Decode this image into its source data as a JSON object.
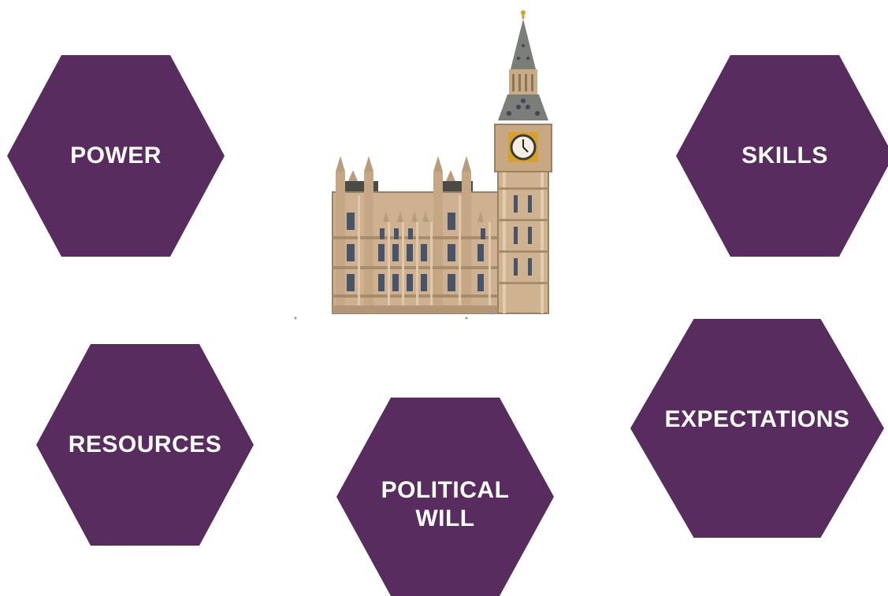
{
  "diagram": {
    "hexagons": [
      {
        "id": "power",
        "label": "POWER"
      },
      {
        "id": "skills",
        "label": "SKILLS"
      },
      {
        "id": "resources",
        "label": "RESOURCES"
      },
      {
        "id": "political_will",
        "label": "POLITICAL\nWILL"
      },
      {
        "id": "expectations",
        "label": "EXPECTATIONS"
      }
    ],
    "fill_color": "#582c5e",
    "text_color": "#ffffff",
    "center_image": "houses-of-parliament-illustration"
  }
}
